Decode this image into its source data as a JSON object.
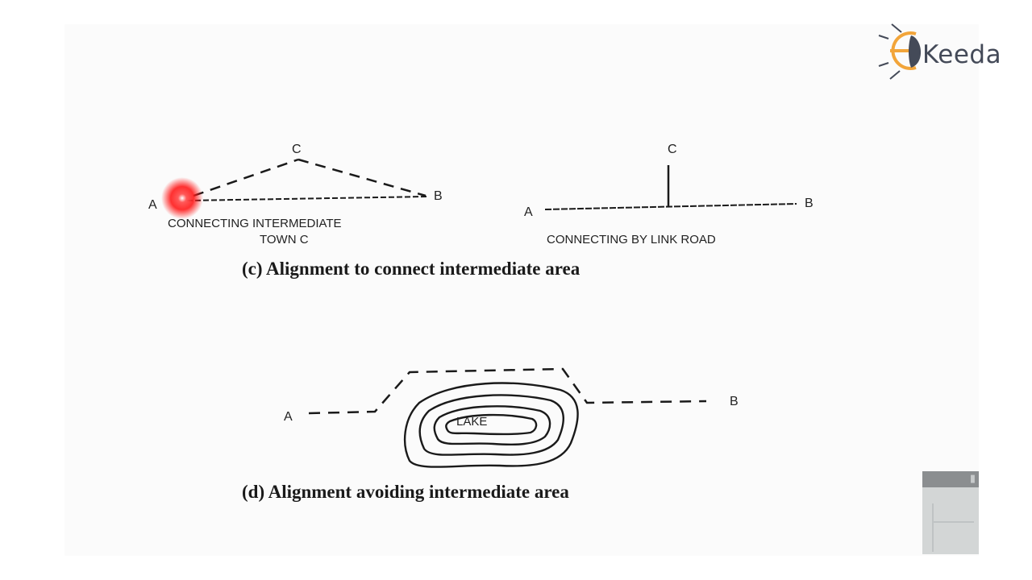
{
  "brand": {
    "logo_text": "Keeda",
    "logo_color": "#f2a53a",
    "text_color": "#444a58"
  },
  "diagram_c": {
    "left": {
      "point_a": "A",
      "point_b": "B",
      "point_c": "C",
      "caption_line1": "CONNECTING INTERMEDIATE",
      "caption_line2": "TOWN C"
    },
    "right": {
      "point_a": "A",
      "point_b": "B",
      "point_c": "C",
      "caption": "CONNECTING BY LINK ROAD"
    },
    "title": "(c) Alignment to connect intermediate area"
  },
  "diagram_d": {
    "point_a": "A",
    "point_b": "B",
    "obstacle_label": "LAKE",
    "title": "(d) Alignment avoiding intermediate area"
  },
  "pointer": {
    "color": "#ff1a1a"
  }
}
